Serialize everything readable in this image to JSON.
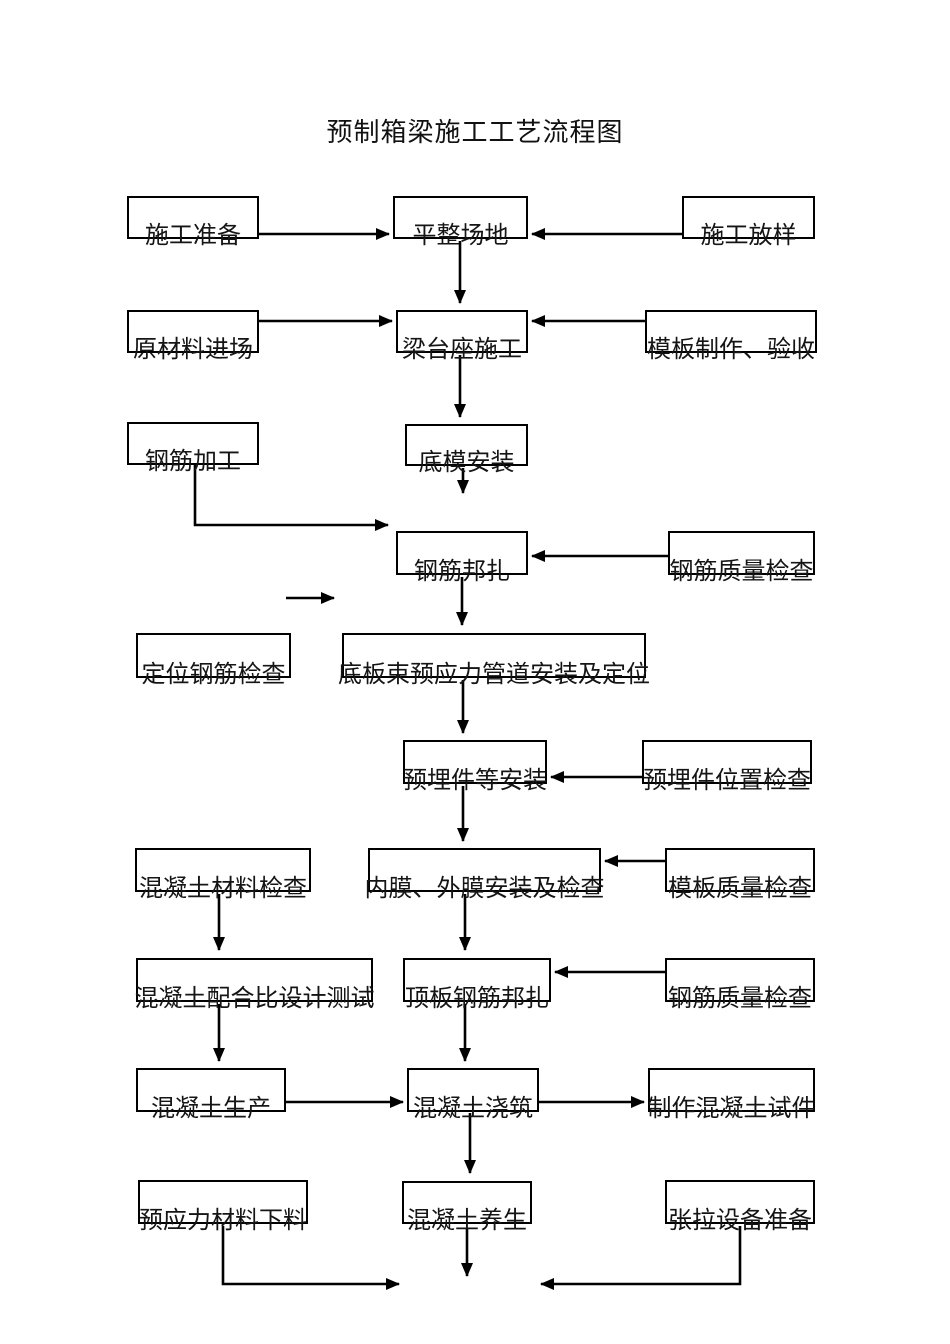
{
  "title": "预制箱梁施工工艺流程图",
  "diagram": {
    "type": "flowchart",
    "colors": {
      "line": "#000000",
      "text": "#151515",
      "background": "#ffffff"
    },
    "nodes": [
      {
        "id": "r1a",
        "label": "施工准备"
      },
      {
        "id": "r1b",
        "label": "平整场地"
      },
      {
        "id": "r1c",
        "label": "施工放样"
      },
      {
        "id": "r2a",
        "label": "原材料进场"
      },
      {
        "id": "r2b",
        "label": "梁台座施工"
      },
      {
        "id": "r2c",
        "label": "模板制作、验收"
      },
      {
        "id": "r3a",
        "label": "钢筋加工"
      },
      {
        "id": "r3b",
        "label": "底模安装"
      },
      {
        "id": "r4b",
        "label": "钢筋邦扎"
      },
      {
        "id": "r4c",
        "label": "钢筋质量检查"
      },
      {
        "id": "r5a",
        "label": "定位钢筋检查"
      },
      {
        "id": "r5b",
        "label": "底板束预应力管道安装及定位"
      },
      {
        "id": "r6b",
        "label": "预埋件等安装"
      },
      {
        "id": "r6c",
        "label": "预埋件位置检查"
      },
      {
        "id": "r7a",
        "label": "混凝土材料检查"
      },
      {
        "id": "r7b",
        "label": "内膜、外膜安装及检查"
      },
      {
        "id": "r7c",
        "label": "模板质量检查"
      },
      {
        "id": "r8a",
        "label": "混凝土配合比设计测试"
      },
      {
        "id": "r8b",
        "label": "顶板钢筋邦扎"
      },
      {
        "id": "r8c",
        "label": "钢筋质量检查"
      },
      {
        "id": "r9a",
        "label": "混凝土生产"
      },
      {
        "id": "r9b",
        "label": "混凝土浇筑"
      },
      {
        "id": "r9c",
        "label": "制作混凝土试件"
      },
      {
        "id": "r10a",
        "label": "预应力材料下料"
      },
      {
        "id": "r10b",
        "label": "混凝土养生"
      },
      {
        "id": "r10c",
        "label": "张拉设备准备"
      }
    ],
    "edges": [
      {
        "from": "r1a",
        "to": "r1b"
      },
      {
        "from": "r1c",
        "to": "r1b"
      },
      {
        "from": "r1b",
        "to": "r2b"
      },
      {
        "from": "r2a",
        "to": "r2b"
      },
      {
        "from": "r2c",
        "to": "r2b"
      },
      {
        "from": "r2b",
        "to": "r3b"
      },
      {
        "from": "r3b",
        "to": "r4b"
      },
      {
        "from": "r3a",
        "to": "r4b"
      },
      {
        "from": "r4c",
        "to": "r4b"
      },
      {
        "from": "r4b",
        "to": "r5b"
      },
      {
        "from": "r5a",
        "to": "r5b",
        "note": "short floating arrow"
      },
      {
        "from": "r5b",
        "to": "r6b"
      },
      {
        "from": "r6c",
        "to": "r6b"
      },
      {
        "from": "r6b",
        "to": "r7b"
      },
      {
        "from": "r7c",
        "to": "r7b"
      },
      {
        "from": "r7a",
        "to": "r8a"
      },
      {
        "from": "r7b",
        "to": "r8b"
      },
      {
        "from": "r8c",
        "to": "r8b"
      },
      {
        "from": "r8a",
        "to": "r9a"
      },
      {
        "from": "r8b",
        "to": "r9b"
      },
      {
        "from": "r9a",
        "to": "r9b"
      },
      {
        "from": "r9b",
        "to": "r9c"
      },
      {
        "from": "r9b",
        "to": "r10b"
      },
      {
        "from": "r10a",
        "to": "bottom-merge"
      },
      {
        "from": "r10b",
        "to": "bottom-merge"
      },
      {
        "from": "r10c",
        "to": "bottom-merge"
      }
    ]
  }
}
